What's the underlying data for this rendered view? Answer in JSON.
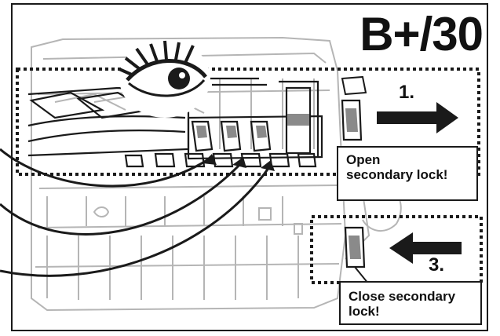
{
  "header": {
    "code": "B+/30"
  },
  "steps": [
    {
      "number": "1.",
      "instruction": "Open secondary lock!",
      "instruction_lines": [
        "Open",
        "secondary lock!"
      ],
      "direction": "right"
    },
    {
      "number": "3.",
      "instruction": "Close secondary lock!",
      "instruction_lines": [
        "Close secondary",
        "lock!"
      ],
      "direction": "left"
    }
  ],
  "icons": {
    "eye": "eye-icon",
    "right_arrow": "arrow-right-icon",
    "left_arrow": "arrow-left-icon"
  },
  "colors": {
    "line": "#1a1a1a",
    "sketch": "#b5b5b5",
    "background": "#ffffff"
  }
}
